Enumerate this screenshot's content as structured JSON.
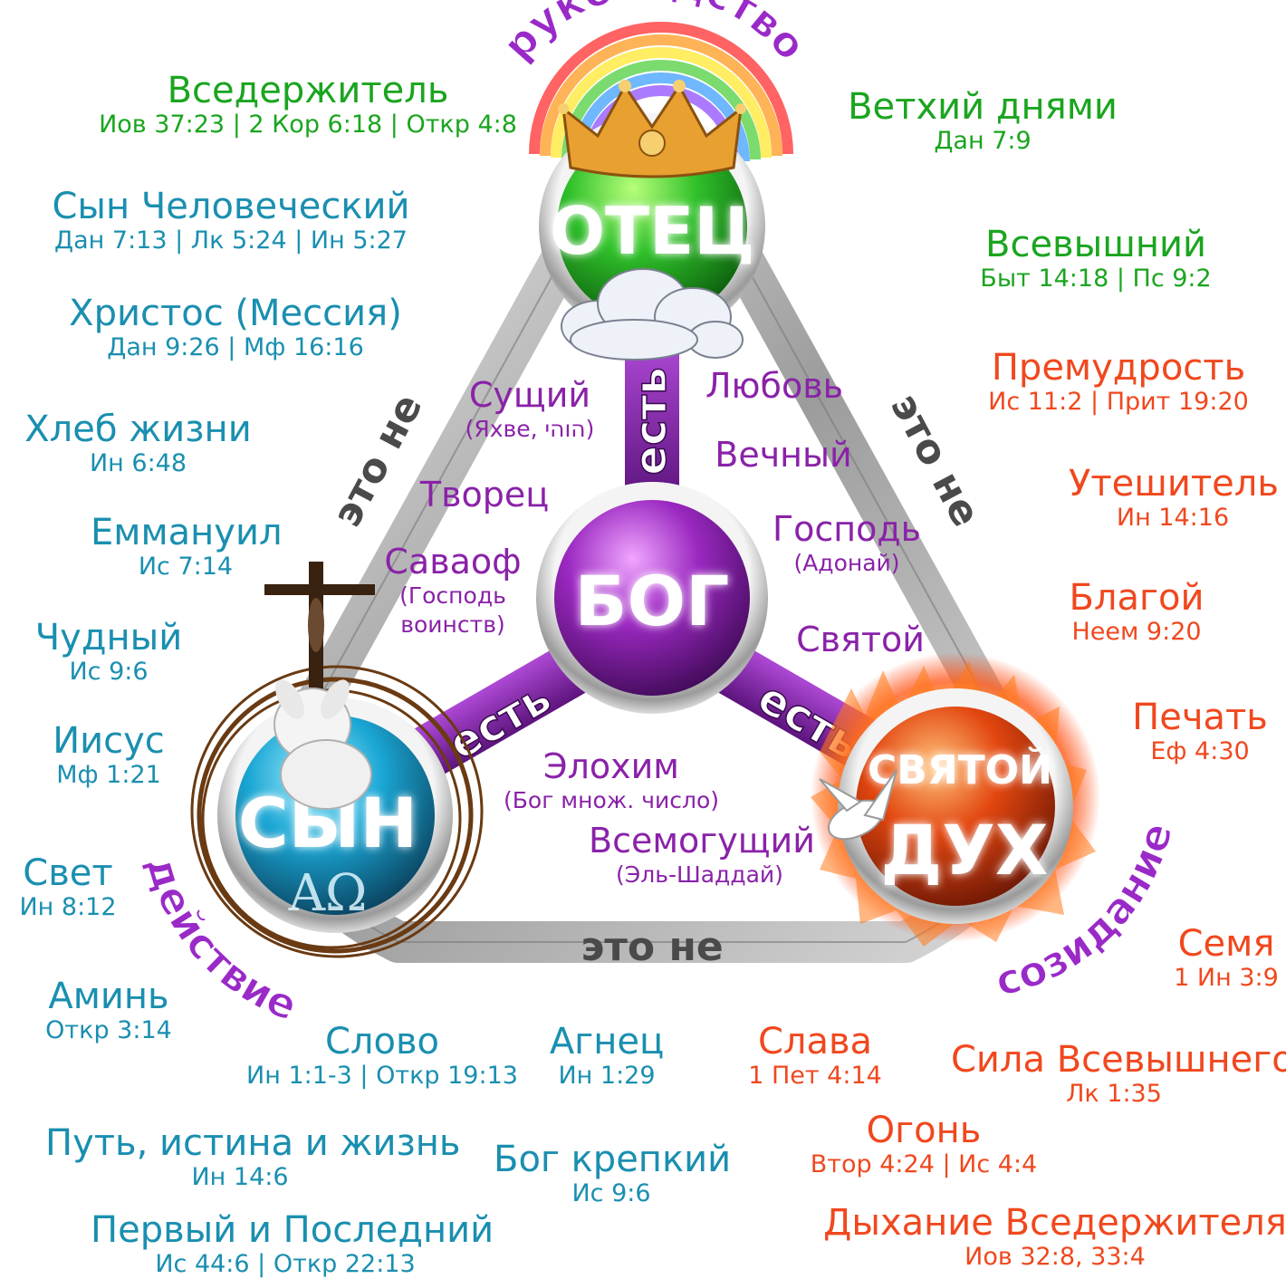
{
  "colors": {
    "father": "#2fb82a",
    "god": "#8a22a8",
    "son": "#1f9fc9",
    "spirit": "#e0400f",
    "ring": "#b8b8b8",
    "connector": "#8a2ab0",
    "green_text": "#1aa51f",
    "blue_text": "#1a8fb0",
    "orange_text": "#f0481e",
    "purple_text": "#8a22a8"
  },
  "icons": [
    "crown-icon",
    "cloud-icon",
    "cross-icon",
    "lamb-icon",
    "thorn-crown-icon",
    "dove-icon",
    "fire-icon",
    "rainbow-icon"
  ],
  "nodes": {
    "father": "ОТЕЦ",
    "god": "БОГ",
    "son": "СЫН",
    "son_symbol": "ΑΩ",
    "spirit_line1": "СВЯТОЙ",
    "spirit_line2": "ДУХ"
  },
  "relations": {
    "is": "есть",
    "is_not": "это не"
  },
  "roles": {
    "father": "руководство",
    "son": "действие",
    "spirit": "созидание"
  },
  "father_names": [
    {
      "title": "Вседержитель",
      "ref": "Иов 37:23 | 2 Кор 6:18 | Откр 4:8"
    },
    {
      "title": "Ветхий днями",
      "ref": "Дан 7:9"
    },
    {
      "title": "Всевышний",
      "ref": "Быт 14:18 | Пс 9:2"
    }
  ],
  "son_names": [
    {
      "title": "Сын Человеческий",
      "ref": "Дан 7:13 | Лк 5:24 | Ин 5:27"
    },
    {
      "title": "Христос (Мессия)",
      "ref": "Дан 9:26 | Мф 16:16"
    },
    {
      "title": "Хлеб жизни",
      "ref": "Ин 6:48"
    },
    {
      "title": "Еммануил",
      "ref": "Ис 7:14"
    },
    {
      "title": "Чудный",
      "ref": "Ис 9:6"
    },
    {
      "title": "Иисус",
      "ref": "Мф 1:21"
    },
    {
      "title": "Свет",
      "ref": "Ин 8:12"
    },
    {
      "title": "Аминь",
      "ref": "Откр 3:14"
    },
    {
      "title": "Слово",
      "ref": "Ин 1:1-3 | Откр 19:13"
    },
    {
      "title": "Агнец",
      "ref": "Ин 1:29"
    },
    {
      "title": "Путь, истина и жизнь",
      "ref": "Ин 14:6"
    },
    {
      "title": "Бог крепкий",
      "ref": "Ис 9:6"
    },
    {
      "title": "Первый и Последний",
      "ref": "Ис 44:6 | Откр 22:13"
    }
  ],
  "spirit_names": [
    {
      "title": "Премудрость",
      "ref": "Ис 11:2 | Прит 19:20"
    },
    {
      "title": "Утешитель",
      "ref": "Ин 14:16"
    },
    {
      "title": "Благой",
      "ref": "Неем 9:20"
    },
    {
      "title": "Печать",
      "ref": "Еф 4:30"
    },
    {
      "title": "Семя",
      "ref": "1 Ин 3:9"
    },
    {
      "title": "Слава",
      "ref": "1 Пет 4:14"
    },
    {
      "title": "Сила Всевышнего",
      "ref": "Лк 1:35"
    },
    {
      "title": "Огонь",
      "ref": "Втор 4:24 | Ис 4:4"
    },
    {
      "title": "Дыхание Вседержителя",
      "ref": "Иов 32:8, 33:4"
    }
  ],
  "god_names": [
    {
      "title": "Сущий",
      "sub": "(Яхве, הוהי)"
    },
    {
      "title": "Любовь",
      "sub": ""
    },
    {
      "title": "Вечный",
      "sub": ""
    },
    {
      "title": "Творец",
      "sub": ""
    },
    {
      "title": "Господь",
      "sub": "(Адонай)"
    },
    {
      "title": "Саваоф",
      "sub": "(Господь воинств)"
    },
    {
      "title": "Святой",
      "sub": ""
    },
    {
      "title": "Элохим",
      "sub": "(Бог множ. число)"
    },
    {
      "title": "Всемогущий",
      "sub": "(Эль-Шаддай)"
    }
  ]
}
